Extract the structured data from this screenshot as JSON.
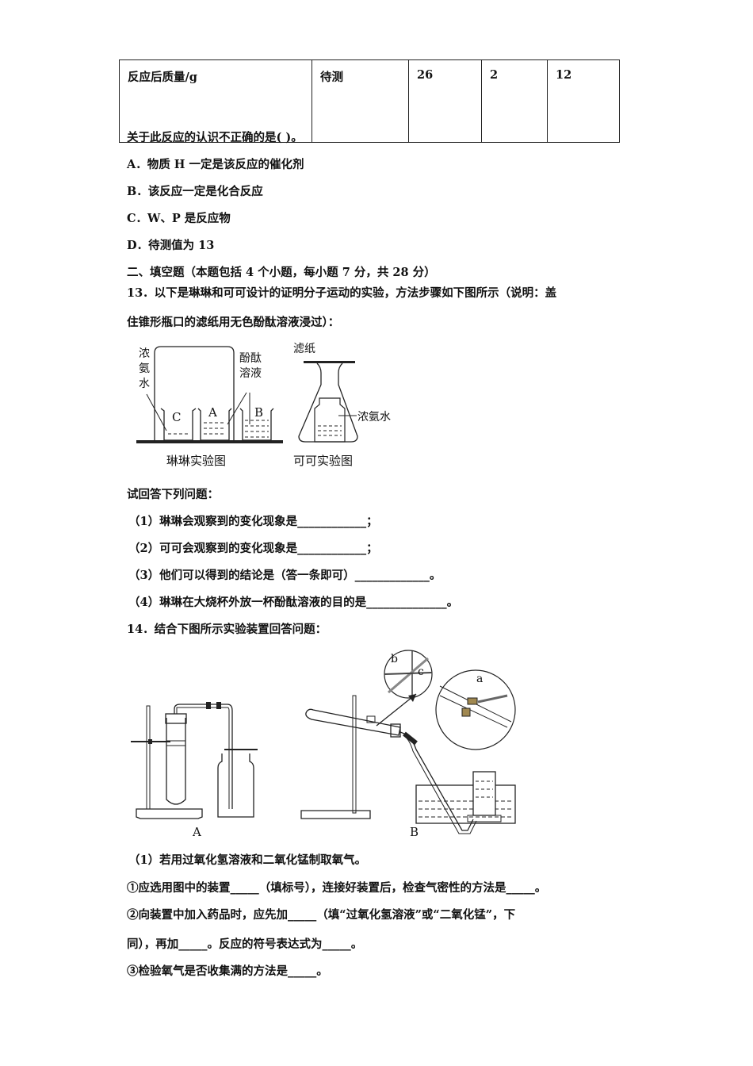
{
  "table": {
    "row_label": "反应后质量/g",
    "cells": [
      "待测",
      "26",
      "2",
      "12"
    ]
  },
  "q12": {
    "stem": "关于此反应的认识不正确的是( )。",
    "options": [
      "A．物质 H 一定是该反应的催化剂",
      "B．该反应一定是化合反应",
      "C．W、P 是反应物",
      "D．待测值为 13"
    ]
  },
  "section2": {
    "heading": "二、填空题（本题包括 4 个小题，每小题 7 分，共 28 分）"
  },
  "q13": {
    "stem_line1": "13．以下是琳琳和可可设计的证明分子运动的实验，方法步骤如下图所示（说明：盖",
    "stem_line2": "住锥形瓶口的滤纸用无色酚酞溶液浸过）：",
    "figure1": {
      "label_ammonia": [
        "浓",
        "氨",
        "水"
      ],
      "label_phenol": [
        "酚酞",
        "溶液"
      ],
      "beakers": [
        "C",
        "A",
        "B"
      ],
      "caption": "琳琳实验图"
    },
    "figure2": {
      "label_filter": "滤纸",
      "label_ammonia": "浓氨水",
      "caption": "可可实验图"
    },
    "prompt": "试回答下列问题：",
    "subquestions": [
      "（1）琳琳会观察到的变化现象是____________；",
      "（2）可可会观察到的变化现象是____________；",
      "（3）他们可以得到的结论是（答一条即可）_____________。",
      "（4）琳琳在大烧杯外放一杯酚酞溶液的目的是______________。"
    ]
  },
  "q14": {
    "stem": "14．结合下图所示实验装置回答问题：",
    "figure": {
      "label_a_apparatus": "A",
      "label_b_apparatus": "B",
      "inset_labels": [
        "b",
        "c",
        "a"
      ]
    },
    "part1": "（1）若用过氧化氢溶液和二氧化锰制取氧气。",
    "items": [
      "①应选用图中的装置_____（填标号），连接好装置后，检查气密性的方法是_____。",
      "②向装置中加入药品时，应先加_____（填“过氧化氢溶液”或“二氧化锰”，下",
      "同），再加_____。反应的符号表达式为_____。",
      "③检验氧气是否收集满的方法是_____。"
    ]
  }
}
